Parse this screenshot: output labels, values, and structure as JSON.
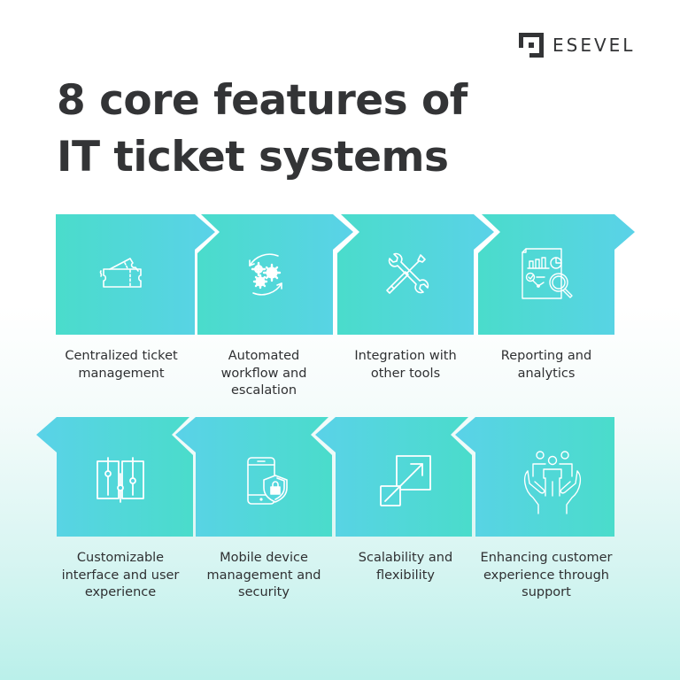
{
  "brand": {
    "name": "ESEVEL"
  },
  "title": {
    "line1": "8 core features of",
    "line2": "IT ticket systems"
  },
  "colors": {
    "teal": "#4adccb",
    "blue": "#5ad2e8",
    "text": "#333436"
  },
  "features": [
    {
      "label": "Centralized ticket management",
      "lines": [
        "Centralized ticket",
        "management"
      ],
      "icon": "ticket-icon"
    },
    {
      "label": "Automated workflow and escalation",
      "lines": [
        "Automated",
        "workflow and",
        "escalation"
      ],
      "icon": "gears-cycle-icon"
    },
    {
      "label": "Integration with other tools",
      "lines": [
        "Integration with",
        "other tools"
      ],
      "icon": "wrench-screwdriver-icon"
    },
    {
      "label": "Reporting and analytics",
      "lines": [
        "Reporting and",
        "analytics"
      ],
      "icon": "report-magnifier-icon"
    },
    {
      "label": "Customizable interface and user experience",
      "lines": [
        "Customizable",
        "interface and user",
        "experience"
      ],
      "icon": "sliders-icon"
    },
    {
      "label": "Mobile device management and security",
      "lines": [
        "Mobile device",
        "management and",
        "security"
      ],
      "icon": "phone-shield-icon"
    },
    {
      "label": "Scalability and flexibility",
      "lines": [
        "Scalability and",
        "flexibility"
      ],
      "icon": "resize-arrow-icon"
    },
    {
      "label": "Enhancing customer experience through support",
      "lines": [
        "Enhancing customer",
        "experience through",
        "support"
      ],
      "icon": "hands-people-icon"
    }
  ]
}
